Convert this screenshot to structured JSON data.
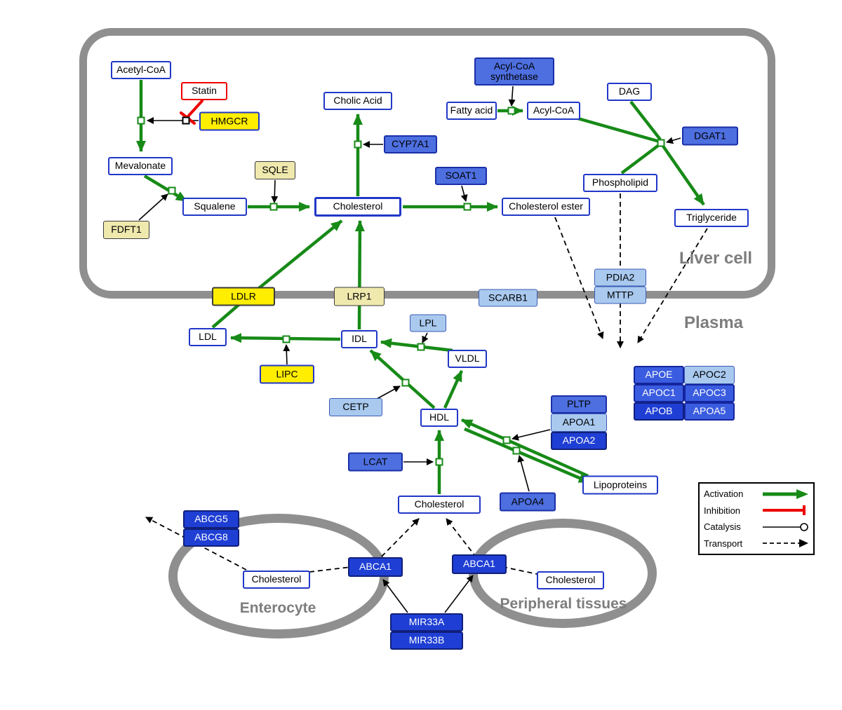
{
  "regions": {
    "liver": "Liver cell",
    "plasma": "Plasma",
    "enterocyte": "Enterocyte",
    "peripheral": "Peripheral tissues"
  },
  "nodes": {
    "acetyl_coa": "Acetyl-CoA",
    "statin": "Statin",
    "hmgcr": "HMGCR",
    "mevalonate": "Mevalonate",
    "sqle": "SQLE",
    "fdft1": "FDFT1",
    "squalene": "Squalene",
    "cholesterol_liver": "Cholesterol",
    "cholic_acid": "Cholic Acid",
    "cyp7a1": "CYP7A1",
    "soat1": "SOAT1",
    "cholesterol_ester": "Cholesterol ester",
    "acyl_coa_synthetase": "Acyl-CoA synthetase",
    "fatty_acid": "Fatty acid",
    "acyl_coa": "Acyl-CoA",
    "dag": "DAG",
    "dgat1": "DGAT1",
    "phospholipid": "Phospholipid",
    "triglyceride": "Triglyceride",
    "ldlr": "LDLR",
    "lrp1": "LRP1",
    "scarb1": "SCARB1",
    "pdia2": "PDIA2",
    "mttp": "MTTP",
    "ldl": "LDL",
    "idl": "IDL",
    "lpl": "LPL",
    "vldl": "VLDL",
    "lipc": "LIPC",
    "cetp": "CETP",
    "hdl": "HDL",
    "lcat": "LCAT",
    "pltp": "PLTP",
    "apoa1": "APOA1",
    "apoa2": "APOA2",
    "apoa4": "APOA4",
    "lipoproteins": "Lipoproteins",
    "apoe": "APOE",
    "apoc2": "APOC2",
    "apoc1": "APOC1",
    "apoc3": "APOC3",
    "apob": "APOB",
    "apoa5": "APOA5",
    "cholesterol_plasma": "Cholesterol",
    "abcg5": "ABCG5",
    "abcg8": "ABCG8",
    "cholesterol_enterocyte": "Cholesterol",
    "abca1_left": "ABCA1",
    "abca1_right": "ABCA1",
    "cholesterol_peripheral": "Cholesterol",
    "mir33a": "MIR33A",
    "mir33b": "MIR33B"
  },
  "legend": {
    "activation": "Activation",
    "inhibition": "Inhibition",
    "catalysis": "Catalysis",
    "transport": "Transport"
  },
  "colors": {
    "activation_green": "#178a17",
    "inhibition_red": "#ee0000",
    "membrane_gray": "#8f8f8f",
    "node_border_blue": "#2137c8",
    "yellow": "#ffee00",
    "pale_yellow": "#f0e9ae",
    "light_blue": "#a9c9ef",
    "mid_blue": "#4d6fe0",
    "dark_blue": "#1f3fd4"
  }
}
